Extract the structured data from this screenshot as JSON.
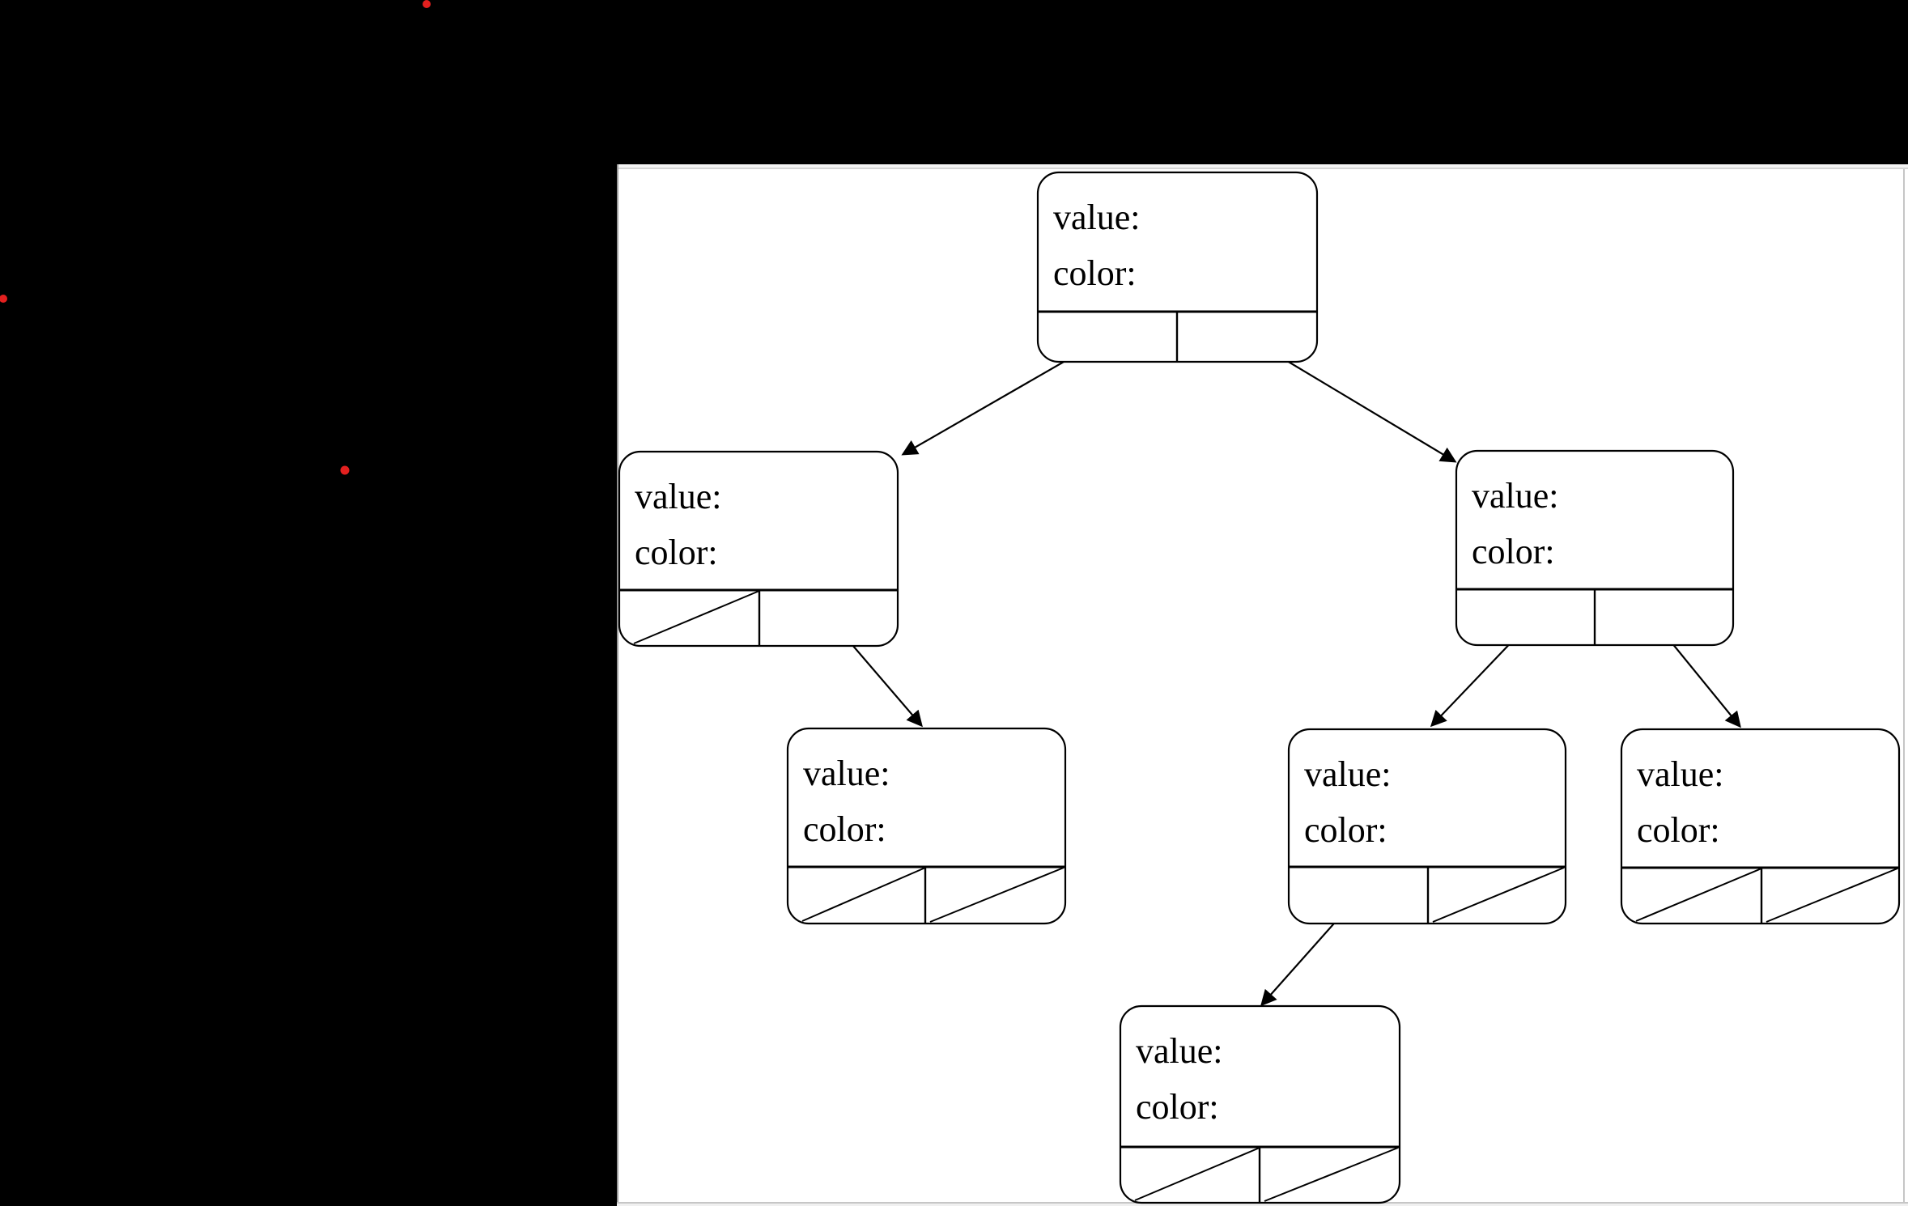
{
  "screen": {
    "background_color": "#000000"
  },
  "panel": {
    "background_color": "#ffffff",
    "border_color": "#c6c6c6"
  },
  "dots": {
    "color": "#e3201f"
  },
  "diagram": {
    "line_color": "#000000",
    "tree": {
      "nodes": [
        {
          "id": "root",
          "value_label": "value:",
          "color_label": "color:"
        },
        {
          "id": "left-child",
          "value_label": "value:",
          "color_label": "color:"
        },
        {
          "id": "right-child",
          "value_label": "value:",
          "color_label": "color:"
        },
        {
          "id": "left-right-grandchild",
          "value_label": "value:",
          "color_label": "color:"
        },
        {
          "id": "right-left-grandchild",
          "value_label": "value:",
          "color_label": "color:"
        },
        {
          "id": "right-right-grandchild",
          "value_label": "value:",
          "color_label": "color:"
        },
        {
          "id": "great-grandchild",
          "value_label": "value:",
          "color_label": "color:"
        }
      ]
    }
  }
}
